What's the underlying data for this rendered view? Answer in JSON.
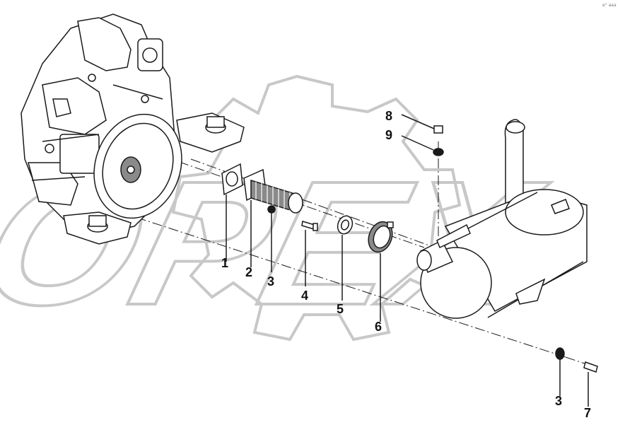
{
  "colors": {
    "line": "#1a1a1a",
    "watermark": "#c8c8c8",
    "fill": "#ffffff",
    "shade": "#8a8a8a"
  },
  "watermark": {
    "text": "OPEX"
  },
  "corner_mark": "e° aaa",
  "callouts": {
    "c1": "1",
    "c2": "2",
    "c3a": "3",
    "c4": "4",
    "c5": "5",
    "c6": "6",
    "c8": "8",
    "c9": "9",
    "c3b": "3",
    "c7": "7"
  }
}
